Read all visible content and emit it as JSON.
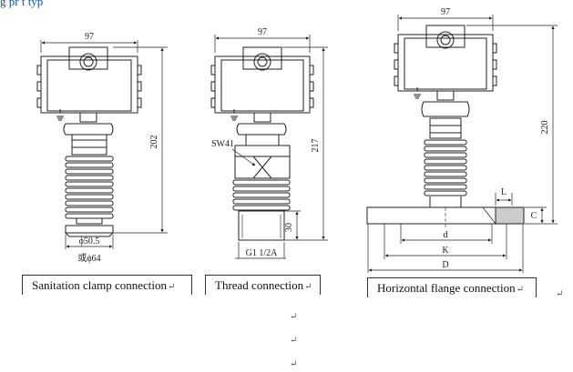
{
  "partial_heading": "g  pr  t  typ",
  "panels": {
    "sanitation": {
      "dims": {
        "width": "97",
        "height": "202",
        "dia_a": "ϕ50.5",
        "dia_b": "或ϕ64"
      },
      "caption": "Sanitation clamp connection"
    },
    "thread": {
      "dims": {
        "width": "97",
        "height": "217",
        "wrench": "SW41",
        "thread_len": "30",
        "thread_spec": "G1 1/2A"
      },
      "caption": "Thread connection"
    },
    "flange": {
      "dims": {
        "width": "97",
        "height": "220",
        "l": "L",
        "c": "C",
        "d": "d",
        "k": "K",
        "D": "D"
      },
      "caption": "Horizontal flange connection"
    }
  },
  "return_mark": "↵",
  "colors": {
    "line": "#222222",
    "caption_border": "#333333"
  }
}
